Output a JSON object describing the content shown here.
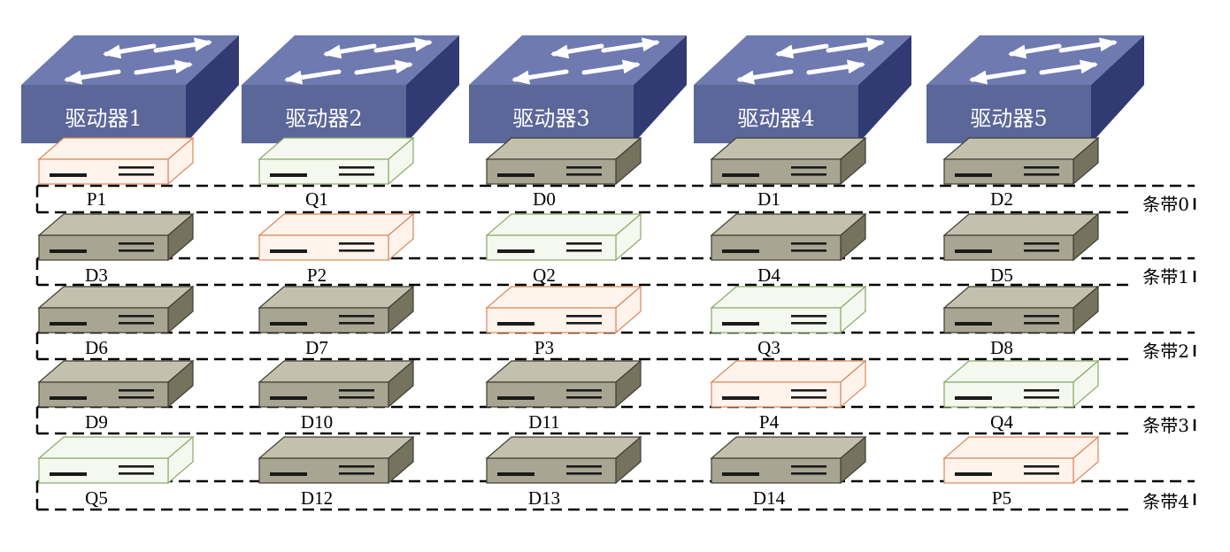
{
  "drives": [
    {
      "label": "驱动器1"
    },
    {
      "label": "驱动器2"
    },
    {
      "label": "驱动器3"
    },
    {
      "label": "驱动器4"
    },
    {
      "label": "驱动器5"
    }
  ],
  "stripes": [
    {
      "label": "条带0",
      "blocks": [
        {
          "label": "P1",
          "kind": "parity-p"
        },
        {
          "label": "Q1",
          "kind": "parity-q"
        },
        {
          "label": "D0",
          "kind": "data"
        },
        {
          "label": "D1",
          "kind": "data"
        },
        {
          "label": "D2",
          "kind": "data"
        }
      ]
    },
    {
      "label": "条带1",
      "blocks": [
        {
          "label": "D3",
          "kind": "data"
        },
        {
          "label": "P2",
          "kind": "parity-p"
        },
        {
          "label": "Q2",
          "kind": "parity-q"
        },
        {
          "label": "D4",
          "kind": "data"
        },
        {
          "label": "D5",
          "kind": "data"
        }
      ]
    },
    {
      "label": "条带2",
      "blocks": [
        {
          "label": "D6",
          "kind": "data"
        },
        {
          "label": "D7",
          "kind": "data"
        },
        {
          "label": "P3",
          "kind": "parity-p"
        },
        {
          "label": "Q3",
          "kind": "parity-q"
        },
        {
          "label": "D8",
          "kind": "data"
        }
      ]
    },
    {
      "label": "条带3",
      "blocks": [
        {
          "label": "D9",
          "kind": "data"
        },
        {
          "label": "D10",
          "kind": "data"
        },
        {
          "label": "D11",
          "kind": "data"
        },
        {
          "label": "P4",
          "kind": "parity-p"
        },
        {
          "label": "Q4",
          "kind": "parity-q"
        }
      ]
    },
    {
      "label": "条带4",
      "blocks": [
        {
          "label": "Q5",
          "kind": "parity-q"
        },
        {
          "label": "D12",
          "kind": "data"
        },
        {
          "label": "D13",
          "kind": "data"
        },
        {
          "label": "D14",
          "kind": "data"
        },
        {
          "label": "P5",
          "kind": "parity-p"
        }
      ]
    }
  ],
  "colors": {
    "switch_front": "#5B6699",
    "switch_top": "#6E7AB0",
    "switch_side": "#313A73",
    "data_front": "#A8A692",
    "data_top": "#C3C1AE",
    "data_side": "#75735E",
    "data_edge": "#3F3E33",
    "p_fill": "#FFF3EC",
    "p_edge": "#D9875A",
    "q_fill": "#F4F8EE",
    "q_edge": "#8AA86A",
    "dash": "#000000"
  },
  "icons": {
    "drive": "network-switch-icon",
    "block": "disk-block-icon"
  }
}
